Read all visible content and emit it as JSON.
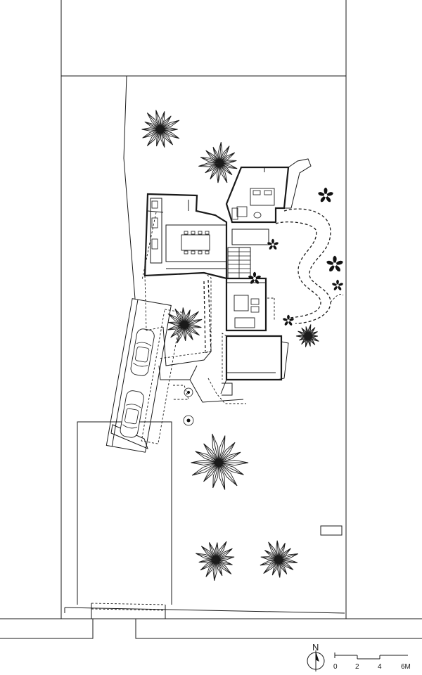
{
  "north_arrow": {
    "label": "N"
  },
  "scale_bar": {
    "ticks": [
      "0",
      "2",
      "4",
      "6M"
    ]
  },
  "colors": {
    "line": "#1a1a1a",
    "background": "#ffffff"
  }
}
